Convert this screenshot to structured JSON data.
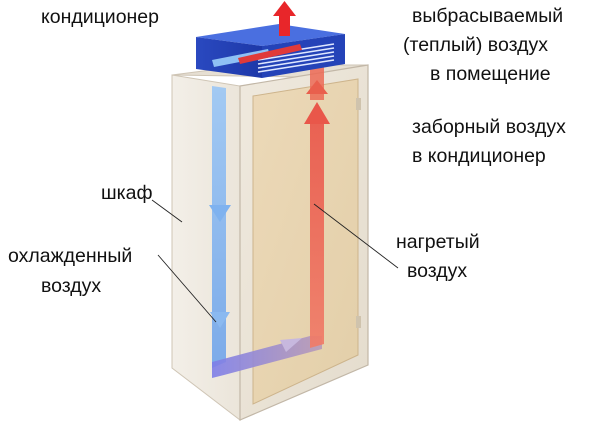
{
  "labels": {
    "ac_unit": "кондиционер",
    "exhaust_line1": "выбрасываемый",
    "exhaust_line2": "(теплый) воздух",
    "exhaust_line3": "в помещение",
    "intake_line1": "заборный воздух",
    "intake_line2": "в кондиционер",
    "cabinet": "шкаф",
    "cooled_line1": "охлажденный",
    "cooled_line2": "воздух",
    "heated_line1": "нагретый",
    "heated_line2": "воздух"
  },
  "colors": {
    "ac_body": "#1e3fb4",
    "ac_top": "#4a6fe0",
    "cold_air": "#7fb2ef",
    "warm_air": "#ec6a55",
    "exhaust_arrow": "#e8262a",
    "cabinet_edge": "#c2b7a7"
  }
}
